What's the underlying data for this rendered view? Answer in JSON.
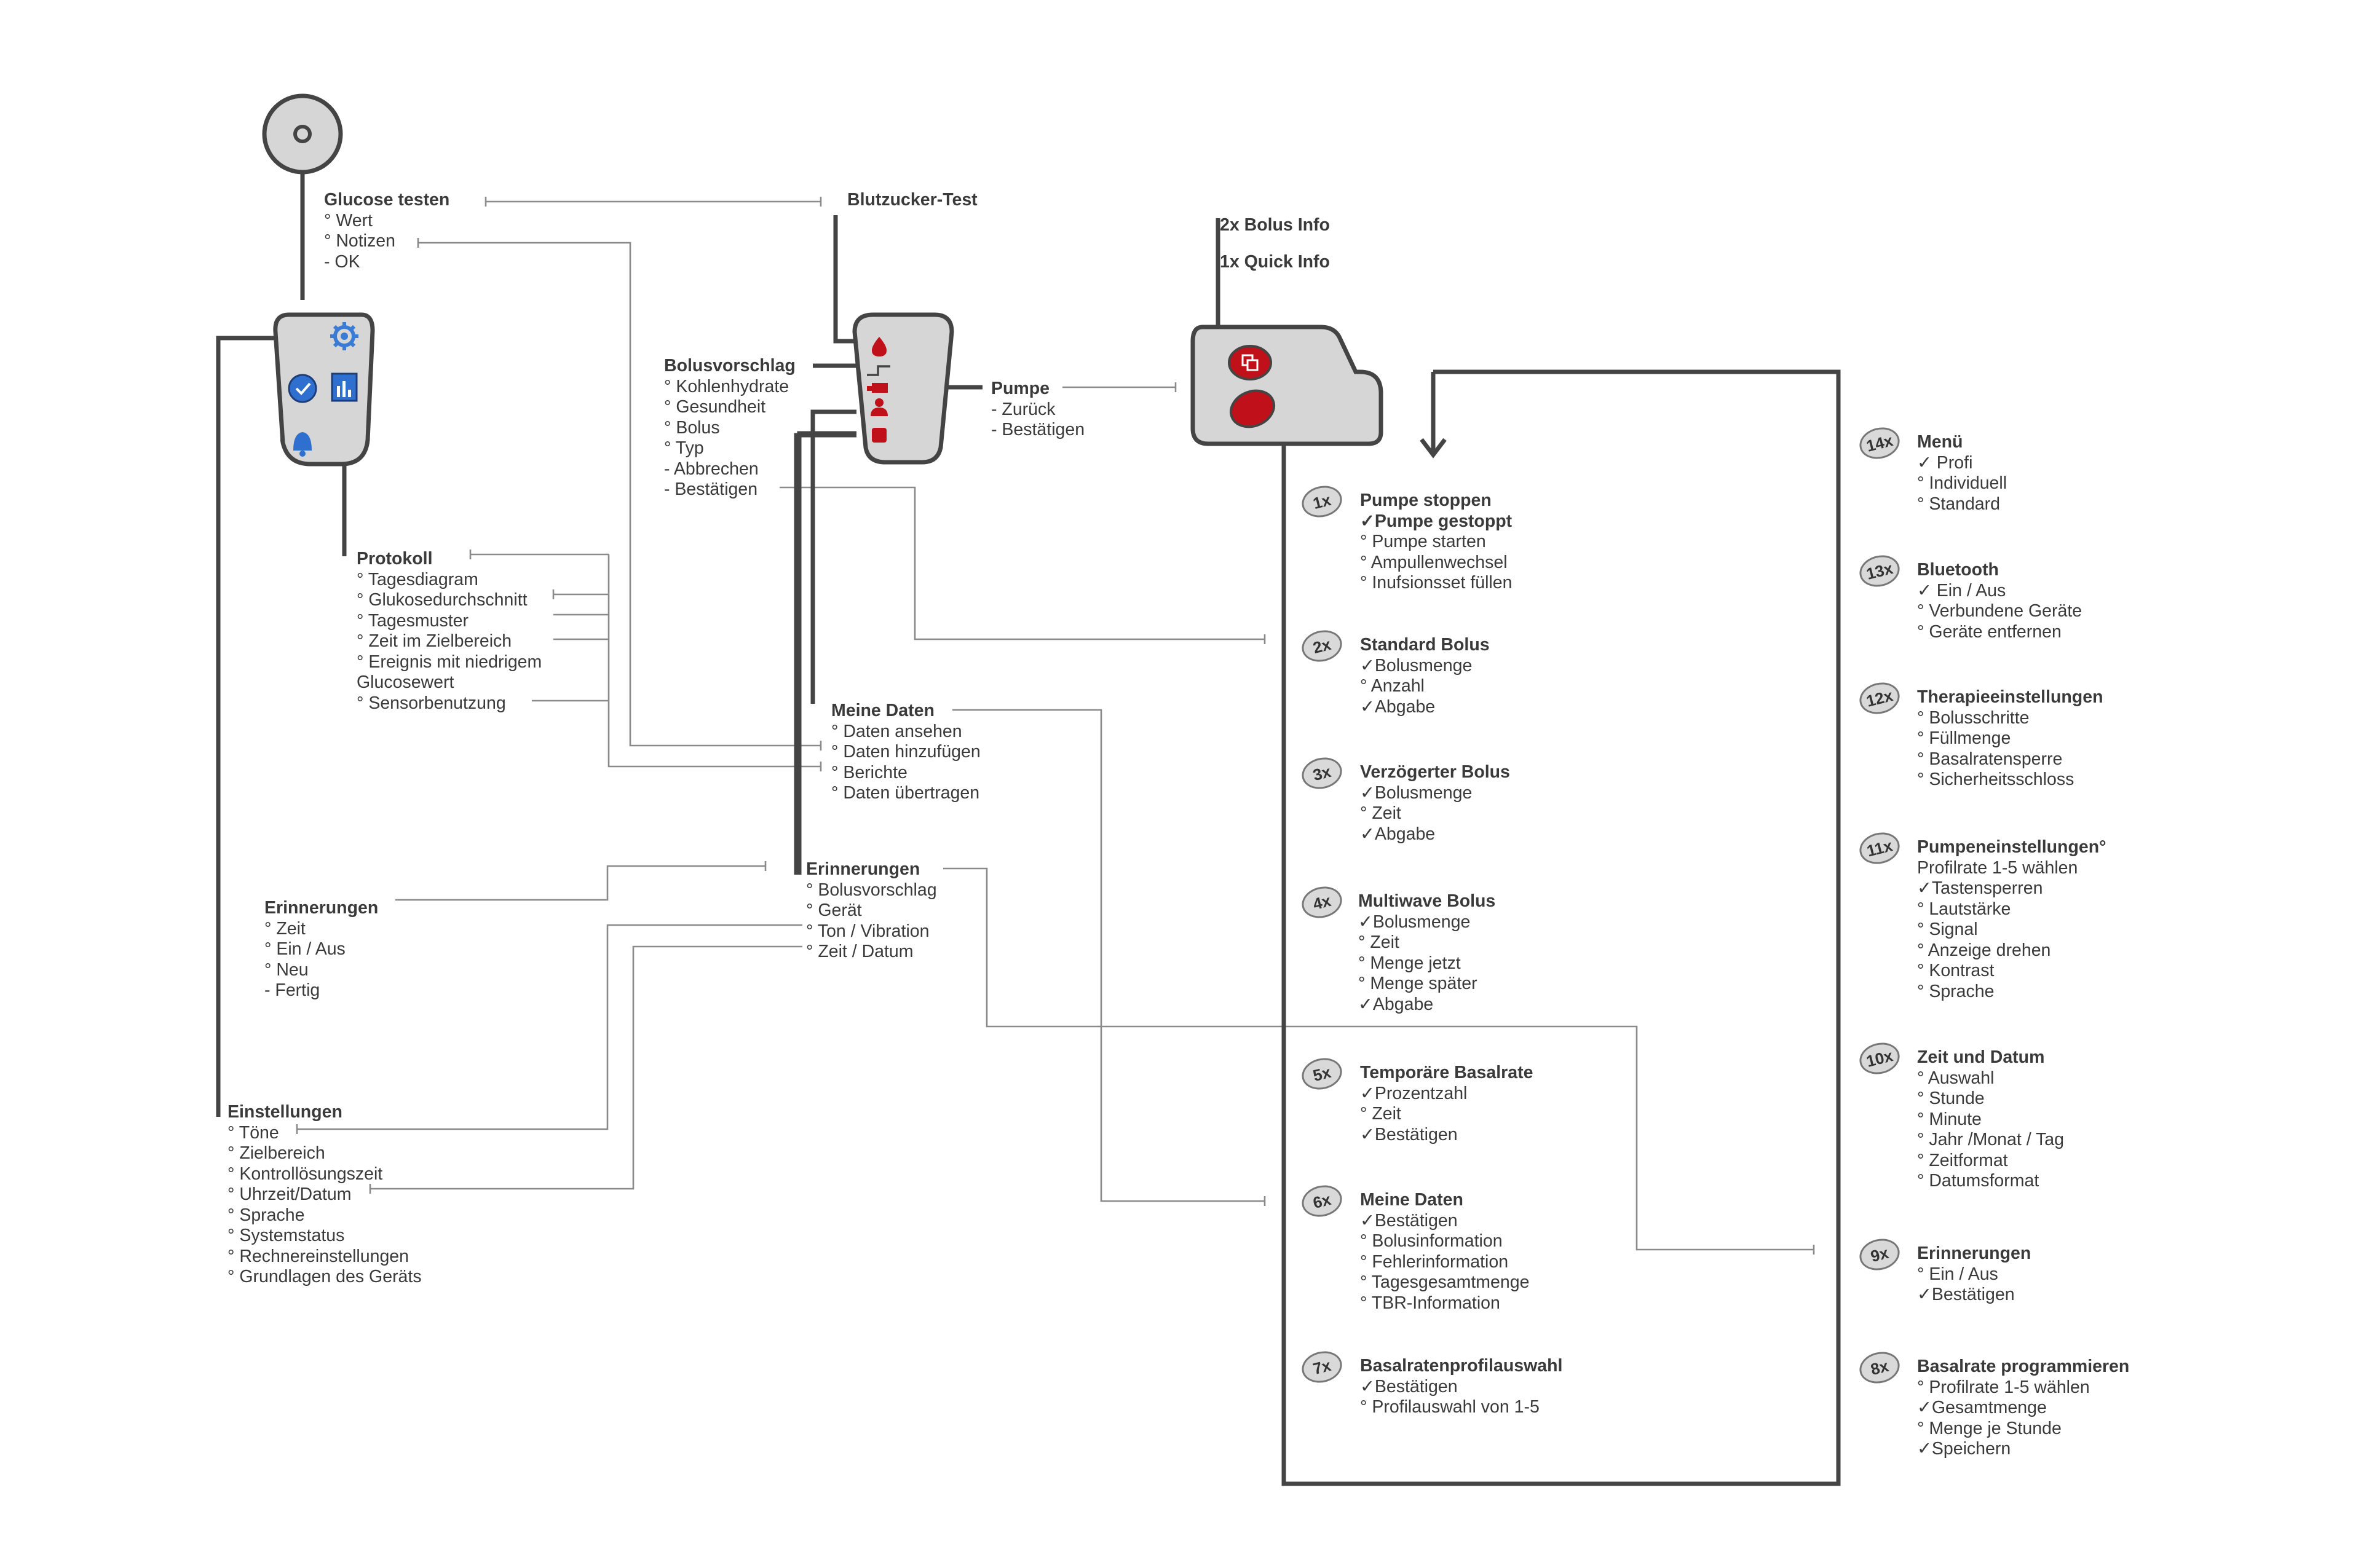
{
  "colors": {
    "line": "#444444",
    "connector": "#8a8a8a",
    "device": "#d6d6d6",
    "accent_red": "#c0101a",
    "accent_blue": "#2f6fd0"
  },
  "meter": {
    "glucose": {
      "title": "Glucose testen",
      "items": [
        "° Wert",
        "° Notizen",
        "- OK"
      ]
    },
    "protokoll": {
      "title": "Protokoll",
      "items": [
        "° Tagesdiagram",
        "° Glukosedurchschnitt",
        "° Tagesmuster",
        "° Zeit im Zielbereich",
        "° Ereignis mit niedrigem",
        "Glucosewert",
        "° Sensorbenutzung"
      ]
    },
    "erinnerungen": {
      "title": "Erinnerungen",
      "items": [
        "° Zeit",
        "° Ein / Aus",
        "° Neu",
        "- Fertig"
      ]
    },
    "einstellungen": {
      "title": "Einstellungen",
      "items": [
        "° Töne",
        "° Zielbereich",
        "° Kontrollösungszeit",
        "° Uhrzeit/Datum",
        "° Sprache",
        "° Systemstatus",
        "° Rechnereinstellungen",
        "° Grundlagen des Geräts"
      ]
    },
    "icons": [
      "gear-icon",
      "check-circle-icon",
      "chart-icon",
      "bell-icon"
    ]
  },
  "remote": {
    "blutzucker": {
      "title": "Blutzucker-Test"
    },
    "bolus": {
      "title": "Bolusvorschlag",
      "items": [
        "° Kohlenhydrate",
        "° Gesundheit",
        "° Bolus",
        "° Typ",
        "- Abbrechen",
        "- Bestätigen"
      ]
    },
    "pumpe": {
      "title": "Pumpe",
      "items": [
        "- Zurück",
        "- Bestätigen"
      ]
    },
    "meine_daten": {
      "title": "Meine Daten",
      "items": [
        "° Daten ansehen",
        "° Daten hinzufügen",
        "° Berichte",
        "° Daten übertragen"
      ]
    },
    "erinnerungen": {
      "title": "Erinnerungen",
      "items": [
        "° Bolusvorschlag",
        "° Gerät",
        "° Ton / Vibration",
        "° Zeit / Datum"
      ]
    },
    "icons": [
      "drop-icon",
      "step-icon",
      "pump-icon",
      "person-icon",
      "stop-icon"
    ]
  },
  "pump": {
    "bolus_info": "2x Bolus Info",
    "quick_info": "1x Quick Info"
  },
  "pump_menu": [
    {
      "badge": "1x",
      "title": "Pumpe stoppen",
      "items": [
        "✓Pumpe gestoppt",
        "° Pumpe starten",
        "° Ampullenwechsel",
        "° Inufsionsset füllen"
      ]
    },
    {
      "badge": "2x",
      "title": "Standard Bolus",
      "items": [
        "✓Bolusmenge",
        "° Anzahl",
        "✓Abgabe"
      ]
    },
    {
      "badge": "3x",
      "title": "Verzögerter Bolus",
      "items": [
        "✓Bolusmenge",
        "° Zeit",
        "✓Abgabe"
      ]
    },
    {
      "badge": "4x",
      "title": "Multiwave Bolus",
      "items": [
        "✓Bolusmenge",
        "° Zeit",
        "° Menge jetzt",
        "° Menge später",
        "✓Abgabe"
      ]
    },
    {
      "badge": "5x",
      "title": "Temporäre Basalrate",
      "items": [
        "✓Prozentzahl",
        "° Zeit",
        "✓Bestätigen"
      ]
    },
    {
      "badge": "6x",
      "title": "Meine Daten",
      "items": [
        "✓Bestätigen",
        "° Bolusinformation",
        "° Fehlerinformation",
        "° Tagesgesamtmenge",
        "° TBR-Information"
      ]
    },
    {
      "badge": "7x",
      "title": "Basalratenprofilauswahl",
      "items": [
        "✓Bestätigen",
        "° Profilauswahl von 1-5"
      ]
    }
  ],
  "pump_menu_right": [
    {
      "badge": "14x",
      "title": "Menü",
      "items": [
        "✓ Profi",
        "° Individuell",
        "° Standard"
      ]
    },
    {
      "badge": "13x",
      "title": "Bluetooth",
      "items": [
        "✓ Ein / Aus",
        "° Verbundene Geräte",
        "° Geräte entfernen"
      ]
    },
    {
      "badge": "12x",
      "title": "Therapieeinstellungen",
      "items": [
        "° Bolusschritte",
        "° Füllmenge",
        "° Basalratensperre",
        "° Sicherheitsschloss"
      ]
    },
    {
      "badge": "11x",
      "title": "Pumpeneinstellungen°",
      "items": [
        "Profilrate 1-5 wählen",
        "✓Tastensperren",
        "° Lautstärke",
        "° Signal",
        "° Anzeige drehen",
        "° Kontrast",
        "° Sprache"
      ]
    },
    {
      "badge": "10x",
      "title": "Zeit und Datum",
      "items": [
        "° Auswahl",
        "° Stunde",
        "° Minute",
        "° Jahr  /Monat / Tag",
        "° Zeitformat",
        "° Datumsformat"
      ]
    },
    {
      "badge": "9x",
      "title": "Erinnerungen",
      "items": [
        "° Ein / Aus",
        "✓Bestätigen"
      ]
    },
    {
      "badge": "8x",
      "title": "Basalrate programmieren",
      "items": [
        "° Profilrate 1-5 wählen",
        "✓Gesamtmenge",
        "° Menge je Stunde",
        "✓Speichern"
      ]
    }
  ]
}
